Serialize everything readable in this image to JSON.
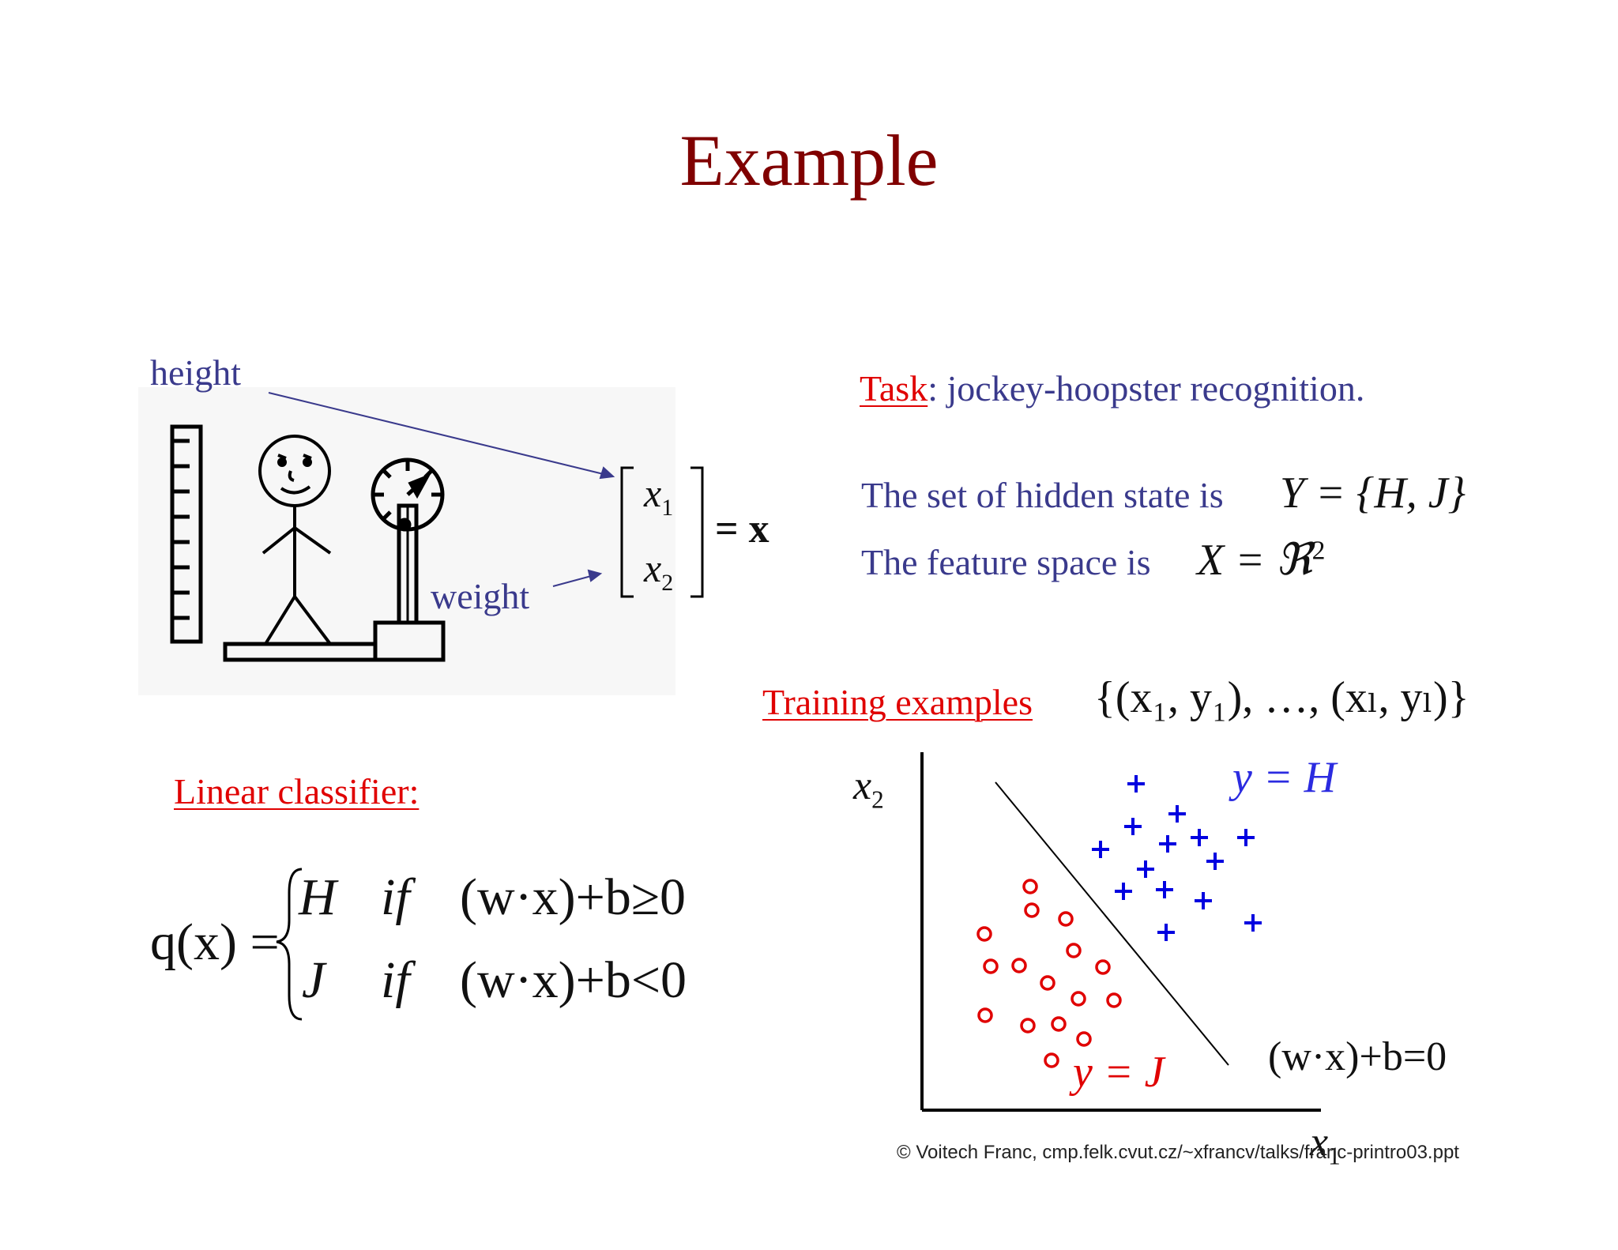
{
  "title": "Example",
  "illustration": {
    "height_label": "height",
    "weight_label": "weight",
    "vector_x1": "x",
    "vector_x1_sub": "1",
    "vector_x2": "x",
    "vector_x2_sub": "2",
    "vector_equals": "= x"
  },
  "task": {
    "label": "Task",
    "text": ": jockey-hoopster recognition."
  },
  "hidden_states": {
    "text": "The set of hidden state is",
    "math": "Y = {H, J}"
  },
  "feature_space": {
    "text": "The feature space is",
    "math": "X = ℜ",
    "sup": "2"
  },
  "training": {
    "label": "Training examples",
    "math": "{(x₁, y₁), …, (xₗ, yₗ)}"
  },
  "classifier": {
    "label": "Linear classifier:",
    "lhs": "q(x) =",
    "case1_class": "H",
    "case1_if": "if",
    "case1_cond": "(w·x)+b≥0",
    "case2_class": "J",
    "case2_if": "if",
    "case2_cond": "(w·x)+b<0"
  },
  "scatter": {
    "x_axis_label": "x",
    "x_axis_sub": "1",
    "y_axis_label": "x",
    "y_axis_sub": "2",
    "class_h_label": "y = H",
    "class_j_label": "y = J",
    "boundary_label": "(w·x)+b=0",
    "colors": {
      "H": "#0000e0",
      "J": "#e00000"
    }
  },
  "footer": "© Voitech Franc, cmp.felk.cvut.cz/~xfrancv/talks/franc-printro03.ppt"
}
